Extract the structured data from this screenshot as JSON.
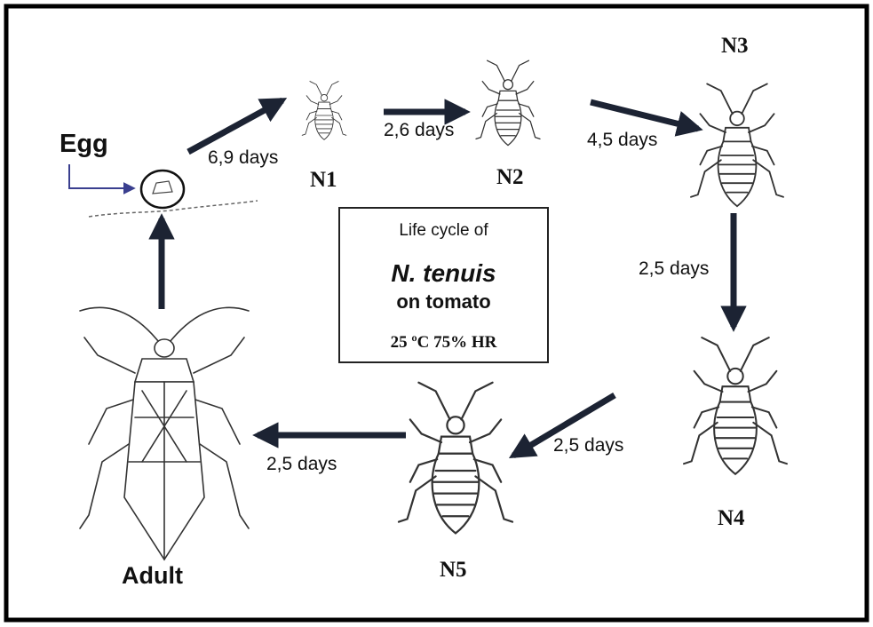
{
  "title_box": {
    "line1": "Life cycle of",
    "species": "N. tenuis",
    "host": "on tomato",
    "conditions": "25 ºC  75% HR"
  },
  "stages": {
    "egg": "Egg",
    "n1": "N1",
    "n2": "N2",
    "n3": "N3",
    "n4": "N4",
    "n5": "N5",
    "adult": "Adult"
  },
  "durations": {
    "egg_to_n1": "6,9 days",
    "n1_to_n2": "2,6 days",
    "n2_to_n3": "4,5 days",
    "n3_to_n4": "2,5 days",
    "n4_to_n5": "2,5 days",
    "n5_to_adult": "2,5 days"
  }
}
